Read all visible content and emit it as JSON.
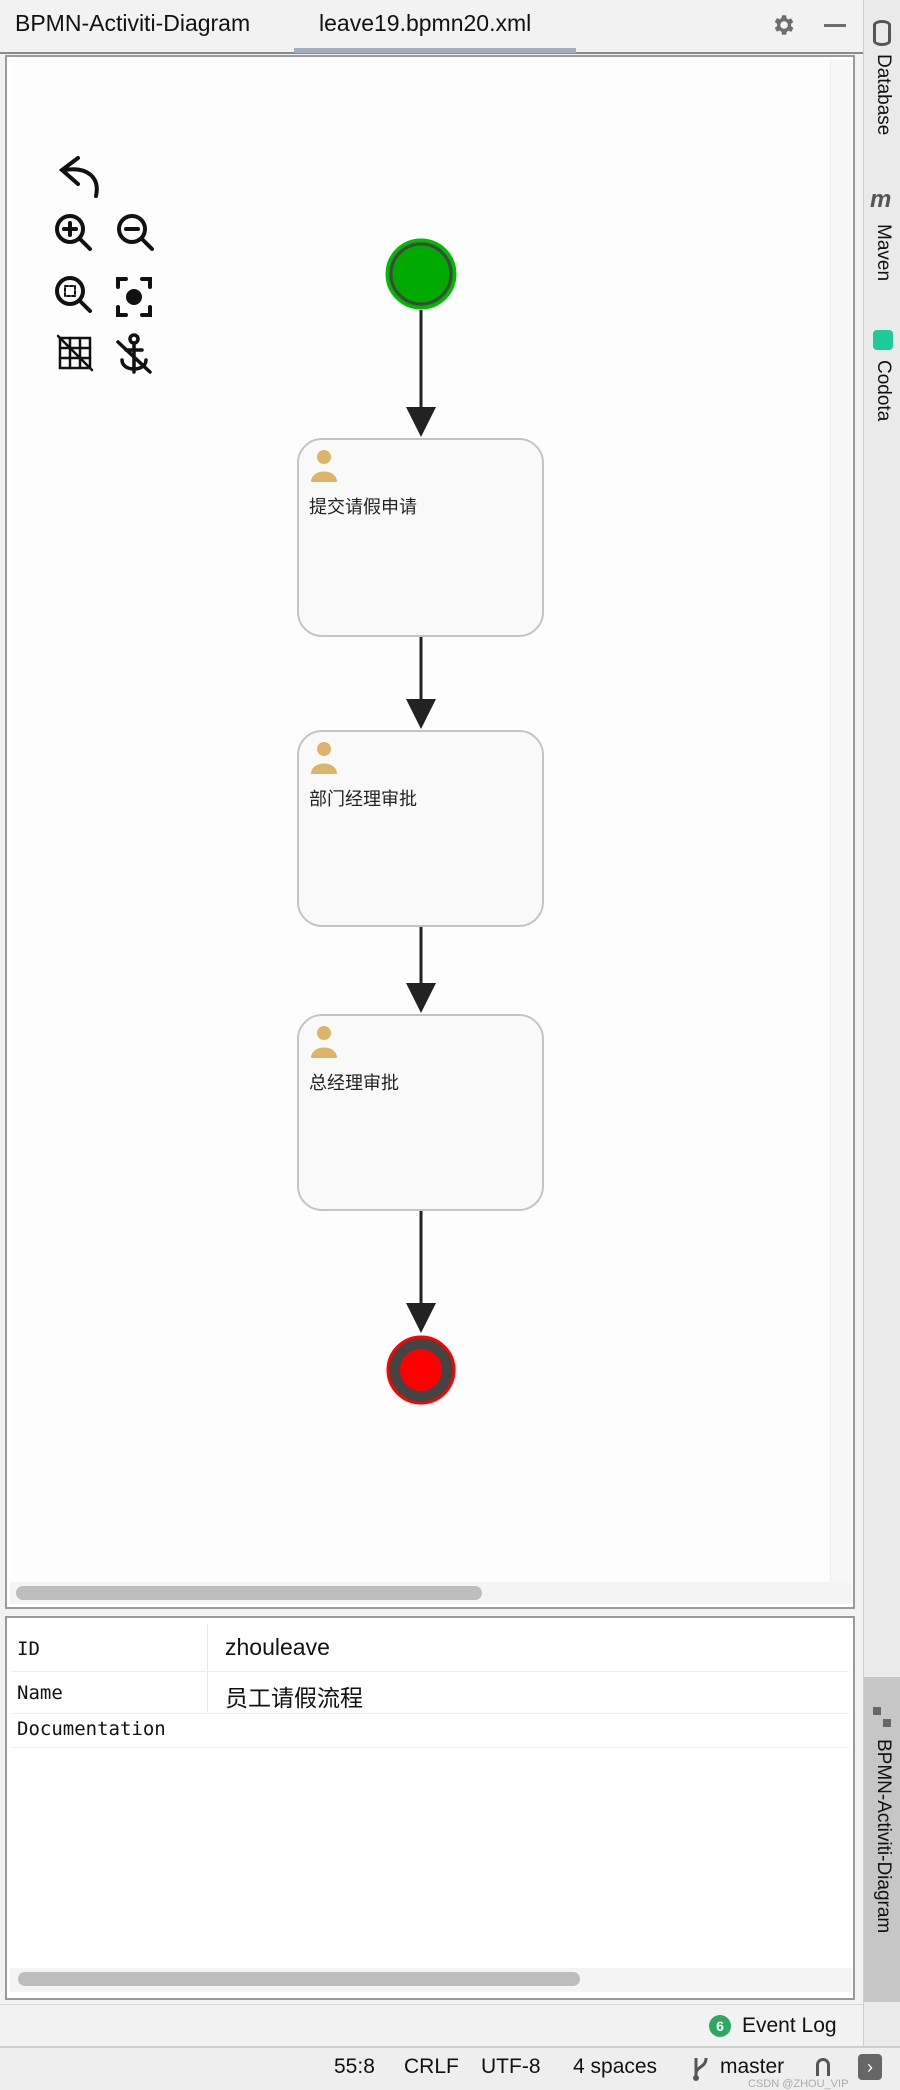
{
  "tabs": [
    {
      "label": "BPMN-Activiti-Diagram"
    },
    {
      "label": "leave19.bpmn20.xml",
      "active": true
    }
  ],
  "right_sidebar": {
    "items": [
      {
        "label": "Database",
        "icon": "database-icon"
      },
      {
        "label": "Maven",
        "icon": "maven-icon"
      },
      {
        "label": "Codota",
        "icon": "codota-icon"
      },
      {
        "label": "BPMN-Activiti-Diagram",
        "icon": "diagram-icon",
        "selected": true
      }
    ]
  },
  "toolbar_icons": [
    "undo-icon",
    "zoom-in-icon",
    "zoom-out-icon",
    "zoom-fit-icon",
    "center-icon",
    "grid-off-icon",
    "anchor-icon"
  ],
  "diagram": {
    "start_event": {
      "color": "#00aa00"
    },
    "tasks": [
      {
        "label": "提交请假申请"
      },
      {
        "label": "部门经理审批"
      },
      {
        "label": "总经理审批"
      }
    ],
    "end_event": {
      "color": "#ff0000"
    }
  },
  "properties": {
    "rows": [
      {
        "key": "ID",
        "value": "zhouleave"
      },
      {
        "key": "Name",
        "value": "员工请假流程"
      },
      {
        "key": "Documentation",
        "value": ""
      }
    ]
  },
  "event_log": {
    "count": "6",
    "label": "Event Log"
  },
  "status": {
    "position": "55:8",
    "line_ending": "CRLF",
    "encoding": "UTF-8",
    "indent": "4 spaces",
    "branch": "master"
  },
  "watermark": "CSDN @ZHOU_VIP"
}
